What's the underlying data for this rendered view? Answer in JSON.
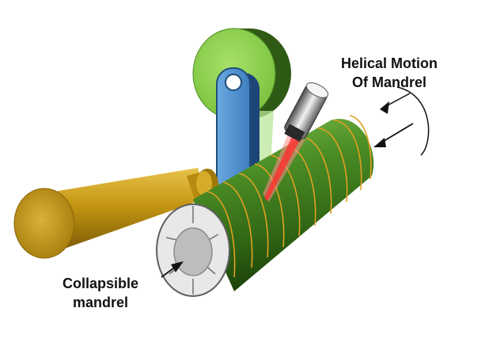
{
  "labels": {
    "helical_line1": "Helical Motion",
    "helical_line2": "Of Mandrel",
    "collapsible_line1": "Collapsible",
    "collapsible_line2": "mandrel"
  },
  "colors": {
    "pulley_green": "#8fd14f",
    "pulley_dark": "#2a5a12",
    "arm_blue": "#5b9bd5",
    "arm_dark": "#1f4e79",
    "mandrel_green": "#3f7a1f",
    "winding_orange": "#e0a020",
    "shaft_gold": "#c89b14",
    "laser_red": "#ff3030",
    "end_cap_gray": "#c0c0c0"
  },
  "icons": [
    "laser-head-icon",
    "curved-arrow-icon",
    "arrow-icon"
  ]
}
